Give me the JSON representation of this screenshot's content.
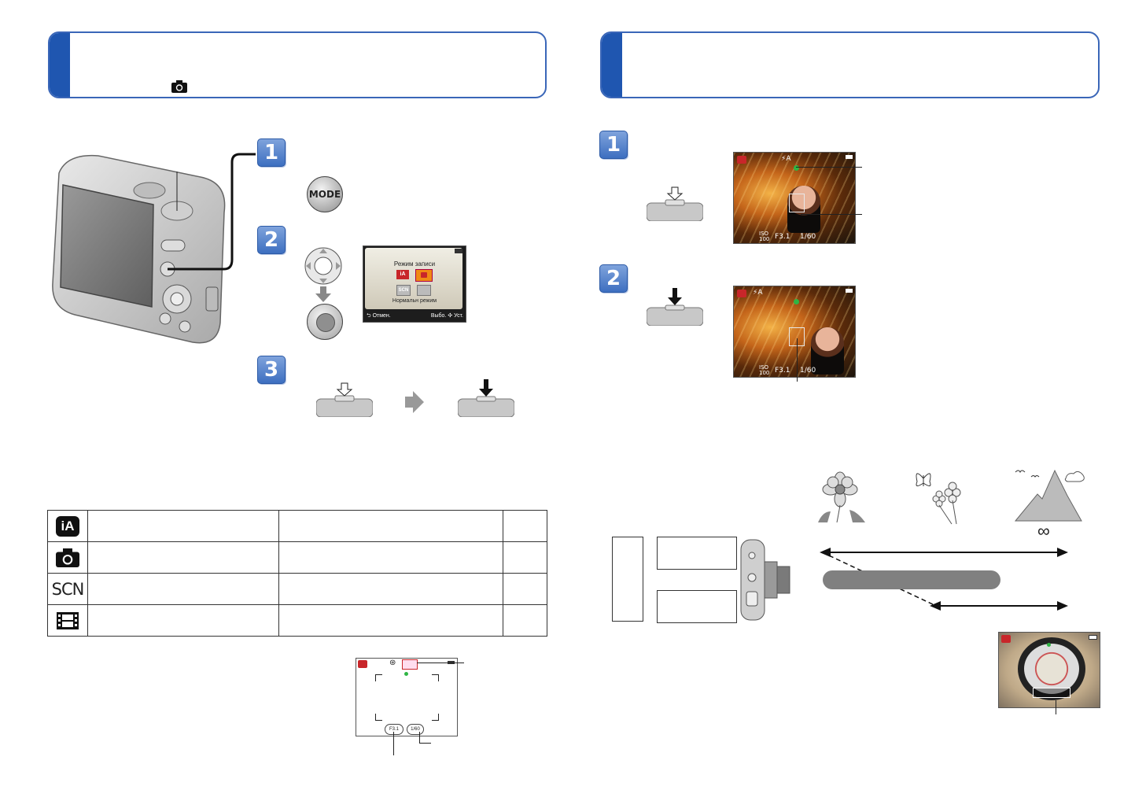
{
  "left_title": {
    "line1": "",
    "line2": "",
    "icon": "camera-icon"
  },
  "right_title": {
    "text": ""
  },
  "left_steps": [
    {
      "number": "1",
      "text": "",
      "button_label": "MODE"
    },
    {
      "number": "2",
      "text": ""
    },
    {
      "number": "3",
      "text": ""
    }
  ],
  "mode_menu": {
    "title": "Режим записи",
    "selected_mode": "Нормальн режим",
    "cancel": "Отмен.",
    "select": "Выбо.",
    "set": "Уст.",
    "icons": [
      "iA",
      "camera",
      "SCN",
      "film"
    ]
  },
  "right_steps": [
    {
      "number": "1",
      "text": ""
    },
    {
      "number": "2",
      "text": ""
    }
  ],
  "lcd_osd": {
    "iso_top": "ISO",
    "iso_value": "100",
    "aperture": "F3.1",
    "shutter": "1/60",
    "flash": "⚡A"
  },
  "mode_table": {
    "rows": [
      {
        "icon": "iA",
        "col1": "",
        "col2": "",
        "col3": ""
      },
      {
        "icon": "camera",
        "col1": "",
        "col2": "",
        "col3": ""
      },
      {
        "icon": "SCN",
        "col1": "",
        "col2": "",
        "col3": ""
      },
      {
        "icon": "film",
        "col1": "",
        "col2": "",
        "col3": ""
      }
    ]
  },
  "range_diagram": {
    "infinity": "∞"
  },
  "mini_lcd": {
    "aperture": "F3.1",
    "shutter": "1/60"
  },
  "colors": {
    "accent": "#1f56b0",
    "border": "#3a66b8",
    "bar": "#808080"
  }
}
